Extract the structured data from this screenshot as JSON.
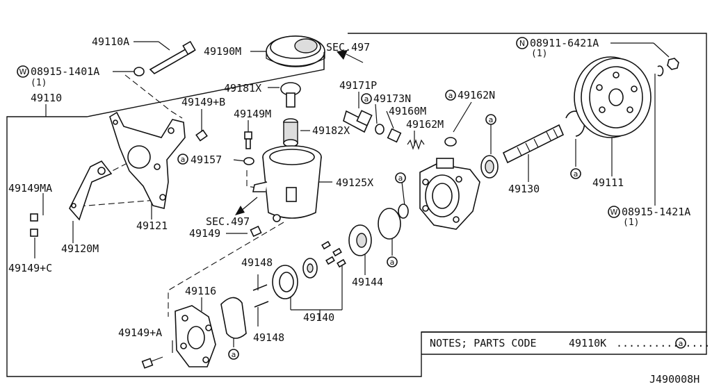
{
  "parts": {
    "p49110A": "49110A",
    "p49190M": "49190M",
    "sec497_top": "SEC.497",
    "p08915_1401A": "08915-1401A",
    "p08915_1401A_qty": "(1)",
    "p49110": "49110",
    "p49181X": "49181X",
    "p49171P": "49171P",
    "p49173N": "49173N",
    "p49149B": "49149+B",
    "p49149M": "49149M",
    "p49160M": "49160M",
    "p49162N": "49162N",
    "p49182X": "49182X",
    "p49162M": "49162M",
    "p49157": "49157",
    "p49125X": "49125X",
    "p49149MA": "49149MA",
    "p49121": "49121",
    "sec497_mid": "SEC.497",
    "p49149": "49149",
    "p49120M": "49120M",
    "p49149C": "49149+C",
    "p49148_top": "49148",
    "p49148_bot": "49148",
    "p49116": "49116",
    "p49144": "49144",
    "p49140": "49140",
    "p49149A": "49149+A",
    "p49130": "49130",
    "p49111": "49111",
    "p08911_6421A": "08911-6421A",
    "p08911_6421A_qty": "(1)",
    "p08915_1421A": "08915-1421A",
    "p08915_1421A_qty": "(1)"
  },
  "symbols": {
    "washer_w": "W",
    "nut_n": "N",
    "circle_a": "a"
  },
  "notes": {
    "text": "NOTES; PARTS CODE",
    "code": "49110K",
    "dots": "...............",
    "symbol": "a"
  },
  "diagram_id": "J490008H"
}
